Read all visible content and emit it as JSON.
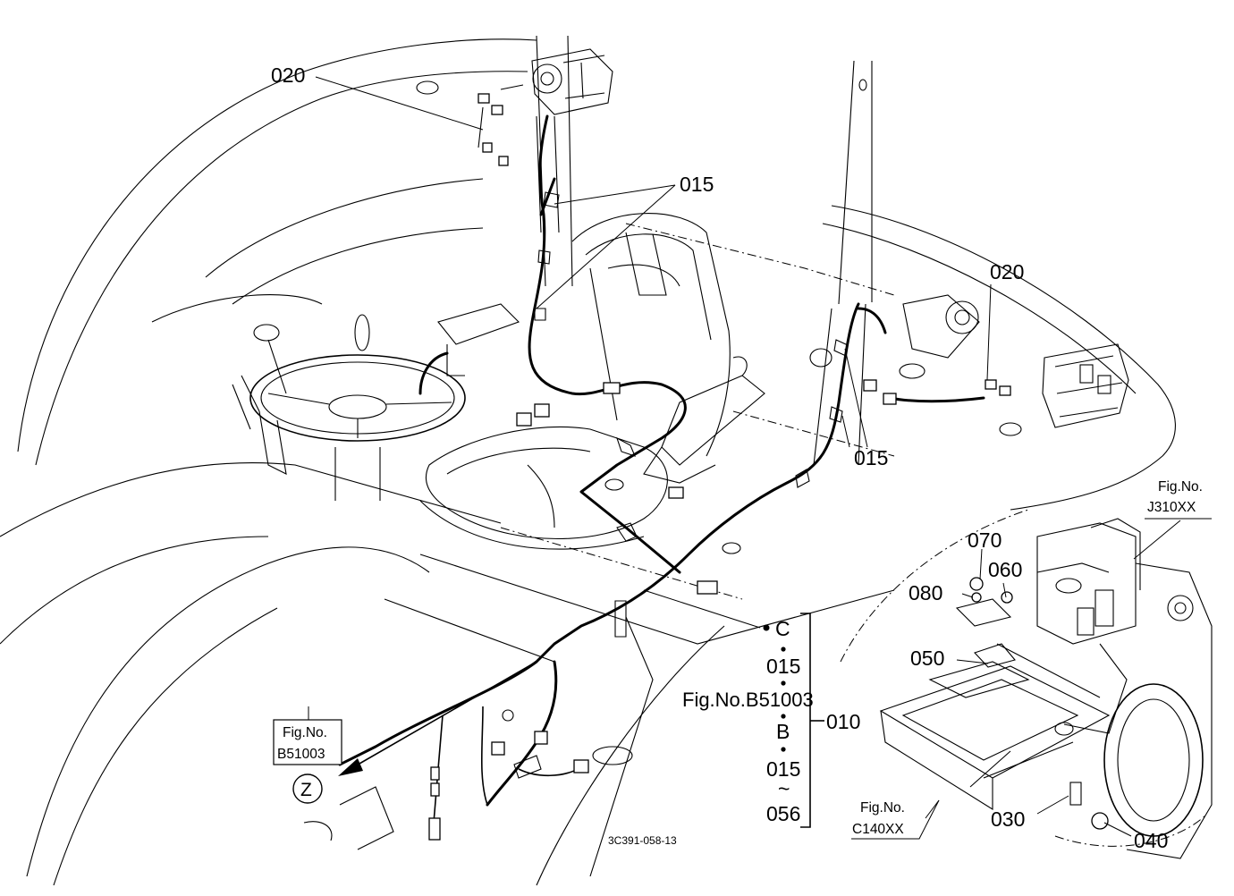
{
  "parts": {
    "p020_left": "020",
    "p015_top": "015",
    "p020_right": "020",
    "p015_right": "015",
    "p070": "070",
    "p060": "060",
    "p080": "080",
    "p050": "050",
    "p030": "030",
    "p040": "040"
  },
  "bracket_group": {
    "c": "C",
    "first_015": "015",
    "fig_ref": "Fig.No.B51003",
    "b": "B",
    "second_015": "015",
    "tilde": "~",
    "end_056": "056",
    "assembly_010": "010"
  },
  "fig_refs": {
    "j310_line1": "Fig.No.",
    "j310_line2": "J310XX",
    "b51003_line1": "Fig.No.",
    "b51003_line2": "B51003",
    "c140_line1": "Fig.No.",
    "c140_line2": "C140XX"
  },
  "view_marker": "Z",
  "drawing_number": "3C391-058-13"
}
